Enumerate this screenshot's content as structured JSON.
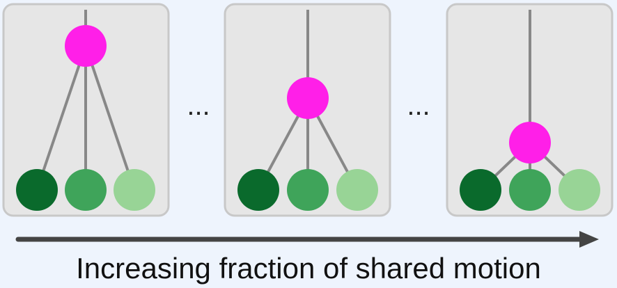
{
  "caption": "Increasing fraction of shared motion",
  "ellipsis": "...",
  "colors": {
    "background": "#eef4fd",
    "panel_fill": "#e6e6e6",
    "panel_stroke": "#c8c8c8",
    "edge": "#888888",
    "parent_node": "#ff1fe8",
    "child_dark": "#0a6a2c",
    "child_mid": "#3fa45a",
    "child_light": "#98d496",
    "arrow": "#444444"
  },
  "panels": [
    {
      "shared_fraction_level": "low"
    },
    {
      "shared_fraction_level": "medium"
    },
    {
      "shared_fraction_level": "high"
    }
  ]
}
